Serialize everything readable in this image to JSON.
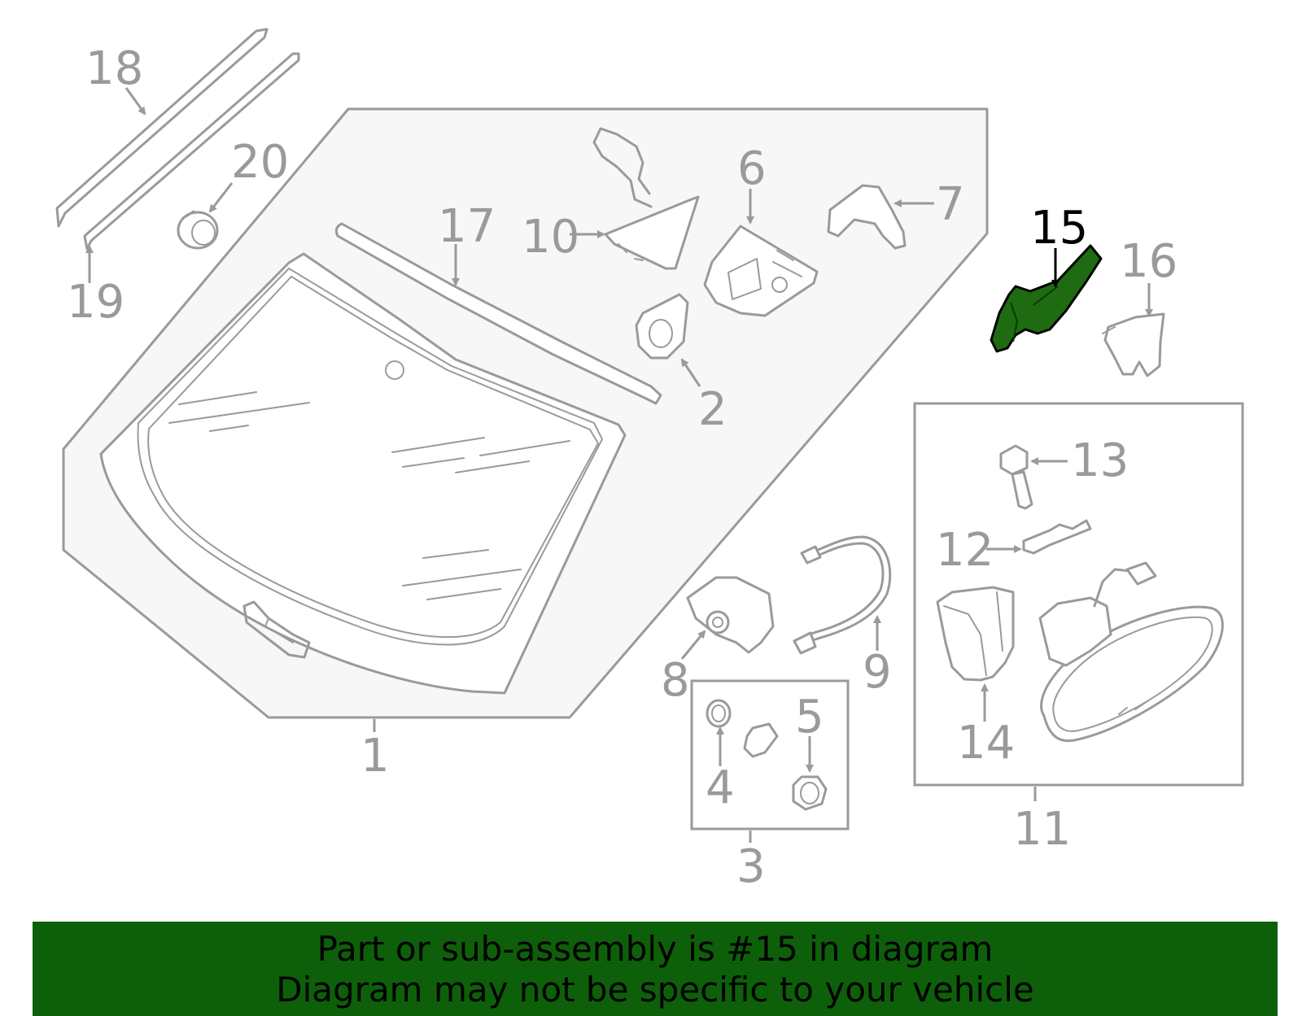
{
  "callouts": {
    "c1": "1",
    "c2": "2",
    "c3": "3",
    "c4": "4",
    "c5": "5",
    "c6": "6",
    "c7": "7",
    "c8": "8",
    "c9": "9",
    "c10": "10",
    "c11": "11",
    "c12": "12",
    "c13": "13",
    "c14": "14",
    "c15": "15",
    "c16": "16",
    "c17": "17",
    "c18": "18",
    "c19": "19",
    "c20": "20"
  },
  "highlight": {
    "part_number": "15",
    "color": "#1e6b12"
  },
  "colors": {
    "line": "#9a9a9a",
    "banner": "#0e5f0a"
  },
  "banner": {
    "line1": "Part or sub-assembly is #15 in diagram",
    "line2": "Diagram may not be specific to your vehicle"
  }
}
